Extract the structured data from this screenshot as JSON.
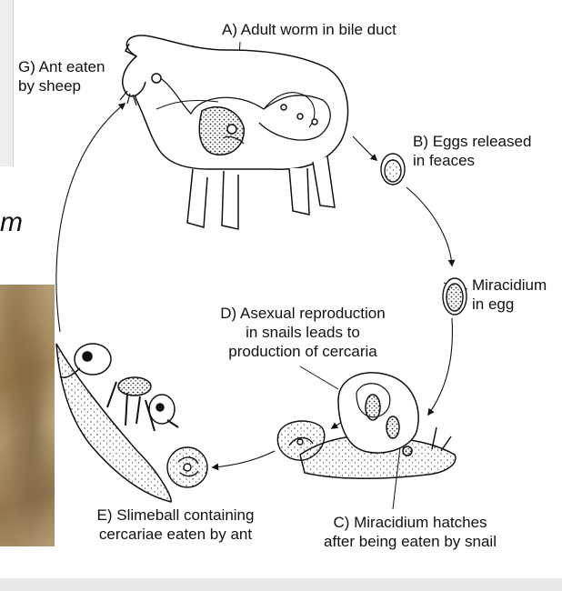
{
  "labels": {
    "a": "A) Adult worm in bile duct",
    "b": [
      "B) Eggs released",
      "in feaces"
    ],
    "miracidium": [
      "Miracidium",
      "in egg"
    ],
    "c": [
      "C) Miracidium hatches",
      "after being eaten by snail"
    ],
    "d": [
      "D) Asexual reproduction",
      "in snails leads to",
      "production of cercaria"
    ],
    "e": [
      "E) Slimeball containing",
      "cercariae eaten by ant"
    ],
    "g": [
      "G) Ant eaten",
      "by sheep"
    ]
  },
  "fragment_text": "m",
  "icons": [
    "sheep-drawing",
    "egg-drawing",
    "miracidium-egg-drawing",
    "snail-drawing",
    "sporocyst-drawing",
    "slimeball-drawing",
    "ant-drawing"
  ]
}
